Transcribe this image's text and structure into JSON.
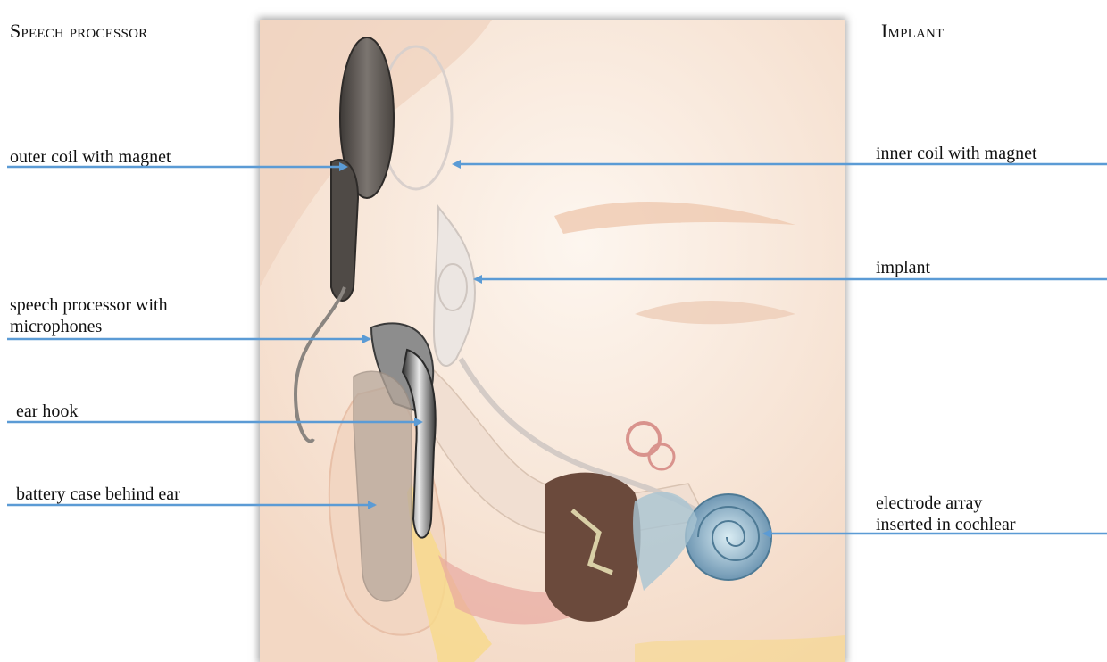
{
  "headings": {
    "left": "Speech processor",
    "right": "Implant"
  },
  "labels": {
    "outer_coil": "outer coil with magnet",
    "speech_processor_line1": "speech processor with",
    "speech_processor_line2": "microphones",
    "ear_hook": "ear hook",
    "battery_case": "battery case behind ear",
    "inner_coil": "inner coil with magnet",
    "implant": "implant",
    "electrode_line1": "electrode array",
    "electrode_line2": "inserted in cochlear"
  },
  "colors": {
    "arrow": "#5b9bd5",
    "skin": "#f6e2d3",
    "device_dark": "#5a5450",
    "cochlea": "#7fa6bf"
  }
}
